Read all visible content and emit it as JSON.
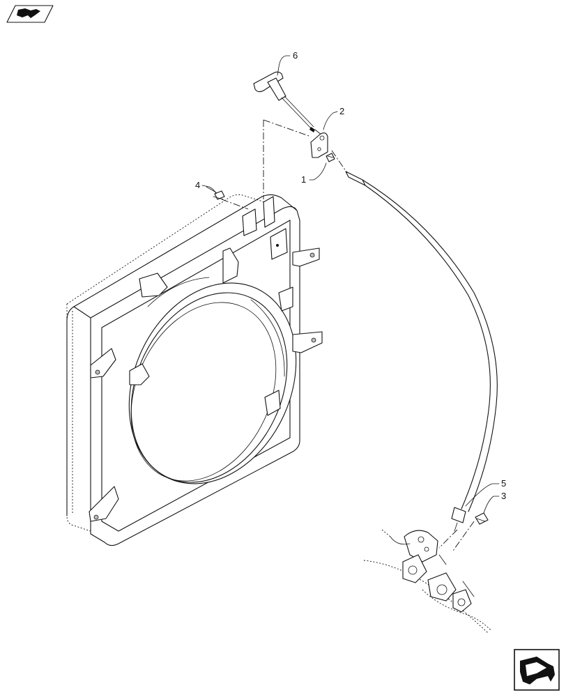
{
  "callouts": [
    {
      "id": "1",
      "label": "1"
    },
    {
      "id": "2",
      "label": "2"
    },
    {
      "id": "3",
      "label": "3"
    },
    {
      "id": "4",
      "label": "4"
    },
    {
      "id": "5",
      "label": "5"
    },
    {
      "id": "6",
      "label": "6"
    }
  ],
  "icons": {
    "top_left": "open-book-icon",
    "bottom_right": "navigation-arrow-icon"
  }
}
